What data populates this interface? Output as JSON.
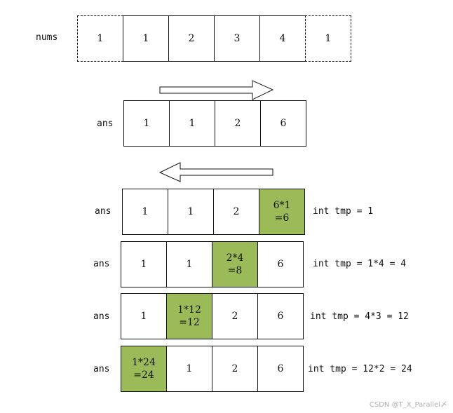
{
  "nums": {
    "label": "nums",
    "cells": [
      "1",
      "1",
      "2",
      "3",
      "4",
      "1"
    ]
  },
  "ans_forward": {
    "label": "ans",
    "cells": [
      "1",
      "1",
      "2",
      "6"
    ]
  },
  "backward_steps": [
    {
      "label": "ans",
      "cells": [
        "1",
        "1",
        "2",
        "6*1\n=6"
      ],
      "highlight": 3,
      "note": "int tmp = 1"
    },
    {
      "label": "ans",
      "cells": [
        "1",
        "1",
        "2*4\n=8",
        "6"
      ],
      "highlight": 2,
      "note": "int tmp = 1*4 = 4"
    },
    {
      "label": "ans",
      "cells": [
        "1",
        "1*12\n=12",
        "2",
        "6"
      ],
      "highlight": 1,
      "note": "int tmp = 4*3 = 12"
    },
    {
      "label": "ans",
      "cells": [
        "1*24\n=24",
        "1",
        "2",
        "6"
      ],
      "highlight": 0,
      "note": "int tmp = 12*2 = 24"
    }
  ],
  "colors": {
    "highlight": "#9bbb59",
    "stroke": "#111111"
  },
  "watermark": "CSDN @T_X_Parallel〆"
}
